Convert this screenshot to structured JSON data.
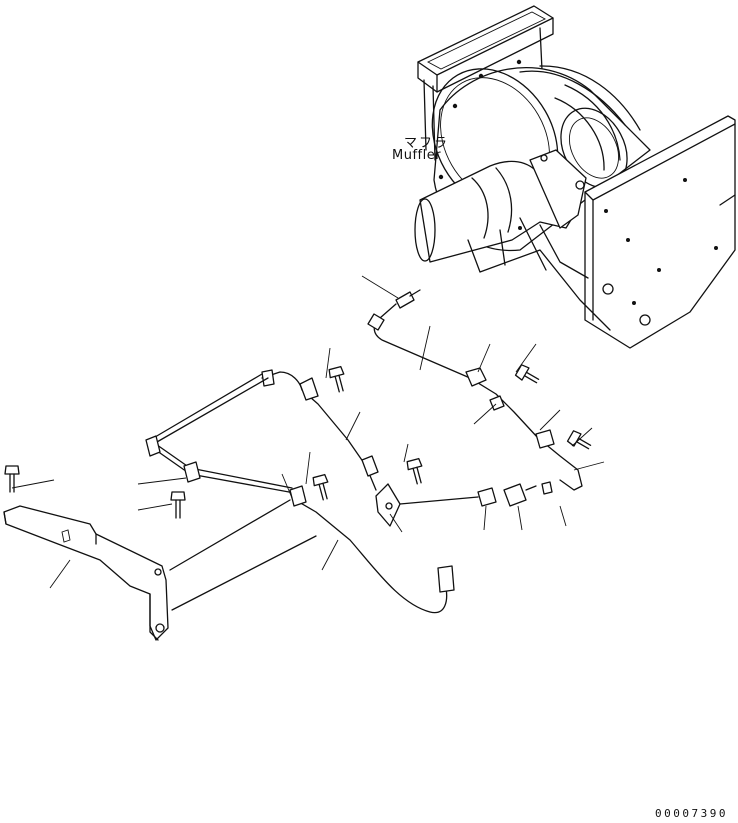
{
  "labels": {
    "muffler_jp": "マフラ",
    "muffler_en": "Muffler"
  },
  "drawing_number": "00007390",
  "colors": {
    "line": "#111111",
    "background": "#ffffff"
  }
}
